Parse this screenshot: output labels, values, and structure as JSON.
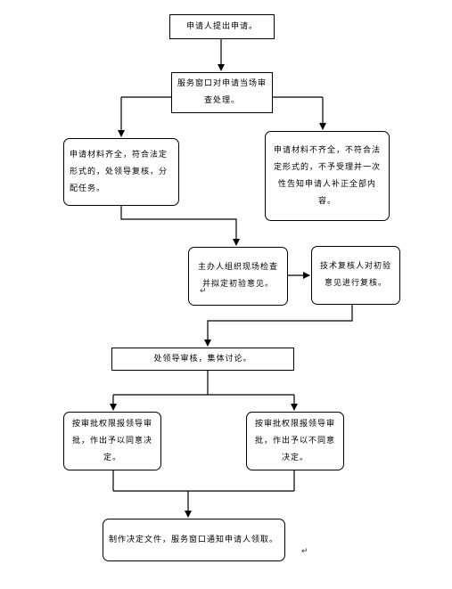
{
  "nodes": {
    "start": "申请人提出申请。",
    "window_review": "服务窗口对申请当场审查处理。",
    "complete": "申请材料齐全，符合法定形式的，处领导复核，分配任务。",
    "incomplete": "申请材料不齐全，不符合法定形式的，不予受理并一次性告知申请人补正全部内容。",
    "site_check": "主办人组织现场检查并拟定初验意见。",
    "tech_review": "技术复核人对初验意见进行复核。",
    "leader_review": "处领导审核，集体讨论。",
    "approve": "按审批权限报领导审批，作出予以同意决定。",
    "reject": "按审批权限报领导审批，作出予以不同意决定。",
    "final": "制作决定文件，服务窗口通知申请人领取。"
  },
  "marks": {
    "return_symbol": "↵"
  }
}
